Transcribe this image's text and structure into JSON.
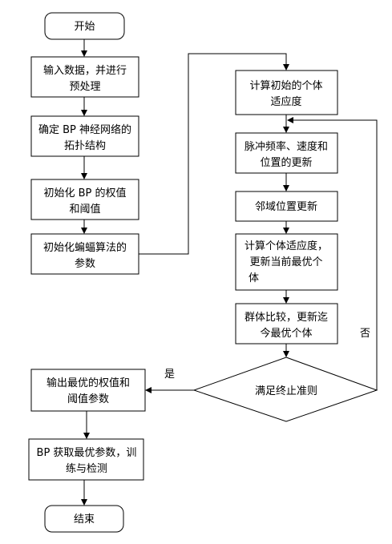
{
  "flowchart": {
    "start": "开始",
    "end": "结束",
    "input": [
      "输入数据，并进行",
      "预处理"
    ],
    "topology": [
      "确定 BP 神经网络的",
      "拓扑结构"
    ],
    "init_weights": [
      "初始化 BP 的权值",
      "和阈值"
    ],
    "init_bat": [
      "初始化蝙蝠算法的",
      "参数"
    ],
    "calc_fitness": [
      "计算初始的个体",
      "适应度"
    ],
    "pulse_update": [
      "脉冲频率、速度和",
      "位置的更新"
    ],
    "neighborhood": [
      "邻域位置更新"
    ],
    "calc_update": [
      "计算个体适应度，",
      "更新当前最优个",
      "体"
    ],
    "group_compare": [
      "群体比较，更新迄",
      "今最优个体"
    ],
    "decision": "满足终止准则",
    "yes": "是",
    "no": "否",
    "output": [
      "输出最优的权值和",
      "阈值参数"
    ],
    "train": [
      "BP 获取最优参数，训",
      "练与检测"
    ]
  }
}
